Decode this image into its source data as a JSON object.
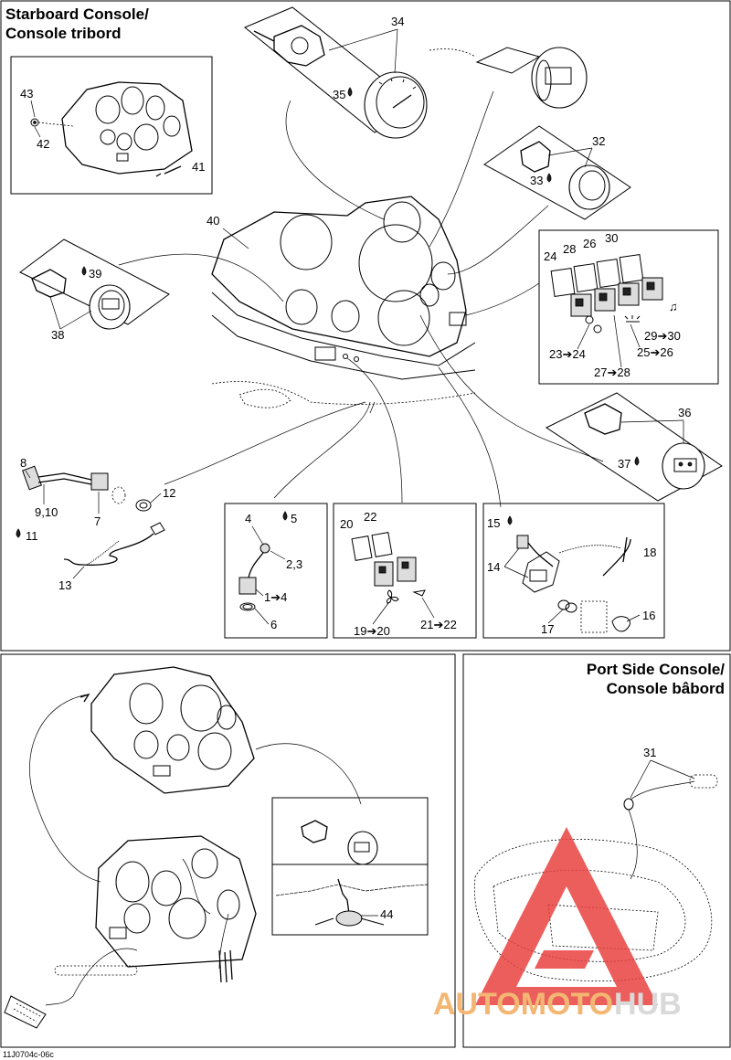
{
  "titles": {
    "starboard_en": "Starboard Console/",
    "starboard_fr": "Console tribord",
    "port_en": "Port Side Console/",
    "port_fr": "Console bâbord"
  },
  "callouts": {
    "c34": "34",
    "c35": "35",
    "c43": "43",
    "c42": "42",
    "c41": "41",
    "c32": "32",
    "c33": "33",
    "c40": "40",
    "c39": "39",
    "c38": "38",
    "c24": "24",
    "c28": "28",
    "c26": "26",
    "c30": "30",
    "c29_30": "29➔30",
    "c23_24": "23➔24",
    "c25_26": "25➔26",
    "c27_28": "27➔28",
    "c36": "36",
    "c37": "37",
    "c8": "8",
    "c9_10": "9,10",
    "c11": "11",
    "c7": "7",
    "c12": "12",
    "c13": "13",
    "c4": "4",
    "c5": "5",
    "c2_3": "2,3",
    "c1_4": "1➔4",
    "c6": "6",
    "c20": "20",
    "c22": "22",
    "c19_20": "19➔20",
    "c21_22": "21➔22",
    "c15": "15",
    "c14": "14",
    "c18": "18",
    "c17": "17",
    "c16": "16",
    "c31": "31",
    "c44": "44"
  },
  "footer": {
    "code": "11J0704c-06c"
  },
  "watermark": {
    "part1": "AUTOMOTO",
    "part2": "HUB"
  },
  "colors": {
    "brand_orange": "#f3b673",
    "brand_gray": "#d9d9d9",
    "logo_red": "#e8423f"
  }
}
